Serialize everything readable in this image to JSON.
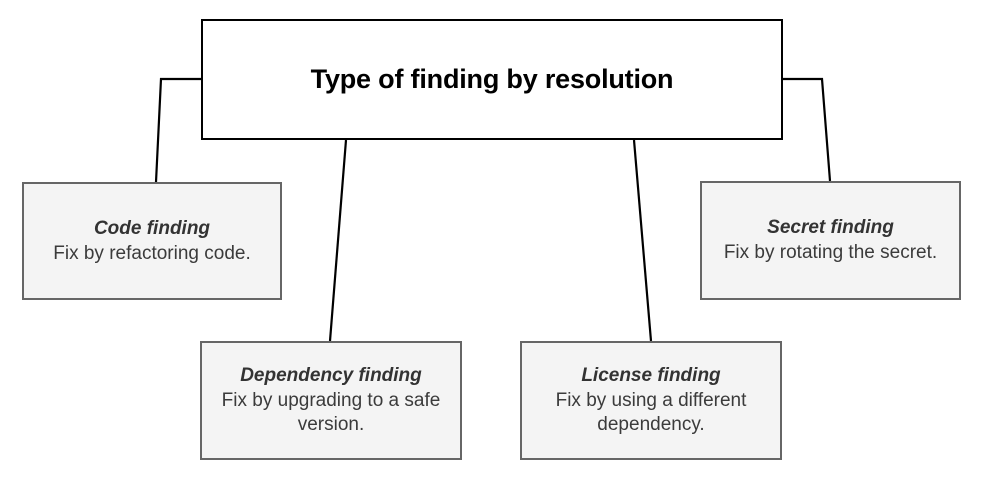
{
  "diagram": {
    "type": "tree",
    "title": "Type of finding by resolution",
    "root": {
      "label": "Type of finding by resolution"
    },
    "nodes": [
      {
        "id": "code",
        "title": "Code finding",
        "description": "Fix by refactoring code."
      },
      {
        "id": "dependency",
        "title": "Dependency finding",
        "description": "Fix by upgrading to a safe version."
      },
      {
        "id": "license",
        "title": "License finding",
        "description": "Fix by using a different dependency."
      },
      {
        "id": "secret",
        "title": "Secret finding",
        "description": "Fix by rotating the secret."
      }
    ],
    "colors": {
      "background": "#ffffff",
      "root_fill": "#ffffff",
      "root_border": "#000000",
      "leaf_fill": "#f4f4f4",
      "leaf_border": "#666666",
      "connector": "#000000",
      "title_text": "#000000",
      "leaf_title_text": "#333333",
      "leaf_body_text": "#3b3b3b"
    }
  }
}
